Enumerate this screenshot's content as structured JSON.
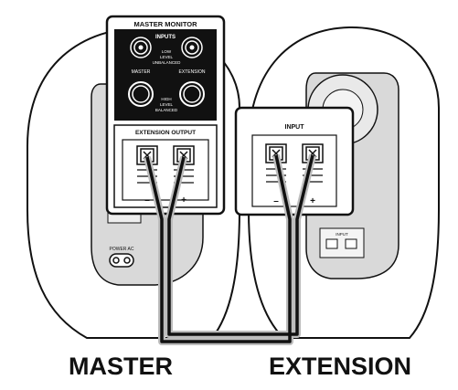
{
  "master_panel": {
    "title": "MASTER MONITOR",
    "inputs_label": "INPUTS",
    "low_level_lines": [
      "LOW",
      "LEVEL",
      "UNBALANCED"
    ],
    "master_label": "MASTER",
    "extension_label": "EXTENSION",
    "high_level_lines": [
      "HIGH",
      "LEVEL",
      "BALANCED"
    ],
    "ext_output_label": "EXTENSION OUTPUT",
    "minus_label": "–",
    "plus_label": "+"
  },
  "extension_panel": {
    "input_label": "INPUT",
    "minus_label": "–",
    "plus_label": "+"
  },
  "back_details": {
    "power_label": "POWER AC",
    "small_input_label": "INPUT"
  },
  "labels": {
    "master": "MASTER",
    "extension": "EXTENSION"
  },
  "colors": {
    "line": "#111111",
    "gray": "#bdbdbd",
    "light_gray": "#d9d9d9"
  }
}
